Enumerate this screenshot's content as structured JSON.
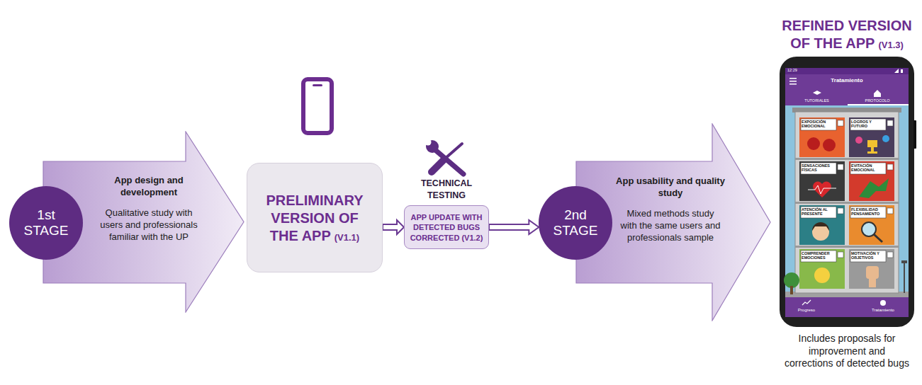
{
  "diagram": {
    "nodes": [
      {
        "text": [
          "1st STAGE"
        ]
      },
      {
        "text": [
          "App design and development",
          "Qualitative study with users and professionals familiar with the UP"
        ]
      },
      {
        "text": [
          "PRELIMINARY VERSION OF THE APP",
          "(V1.1)"
        ]
      },
      {
        "text": [
          "TECHNICAL TESTING",
          "APP UPDATE WITH DETECTED BUGS CORRECTED (V1.2)"
        ]
      },
      {
        "text": [
          "2nd STAGE"
        ]
      },
      {
        "text": [
          "App usability and quality study",
          "Mixed methods study with the same users and professionals sample"
        ]
      },
      {
        "text": [
          "REFINED VERSION OF THE APP",
          "(V1.3)",
          "Includes proposals for improvement and corrections of detected bugs"
        ]
      }
    ],
    "edges": [
      {
        "from": 2,
        "to": 3,
        "arrow": "to"
      },
      {
        "from": 3,
        "to": 4,
        "arrow": "to"
      }
    ],
    "labels": [
      "12:29",
      "Tratamiento",
      "TUTORIALES",
      "PROTOCOLO",
      "EXPOSICIÓN EMOCIONAL",
      "LOGROS Y FUTURO",
      "SENSACIONES FÍSICAS",
      "EVITACIÓN EMOCIONAL",
      "ATENCIÓN AL PRESENTE",
      "FLEXIBILIDAD PENSAMIENTO",
      "COMPRENDER EMOCIONES",
      "MOTIVACIÓN Y OBJETIVOS",
      "Progreso",
      "Tratamiento"
    ]
  }
}
